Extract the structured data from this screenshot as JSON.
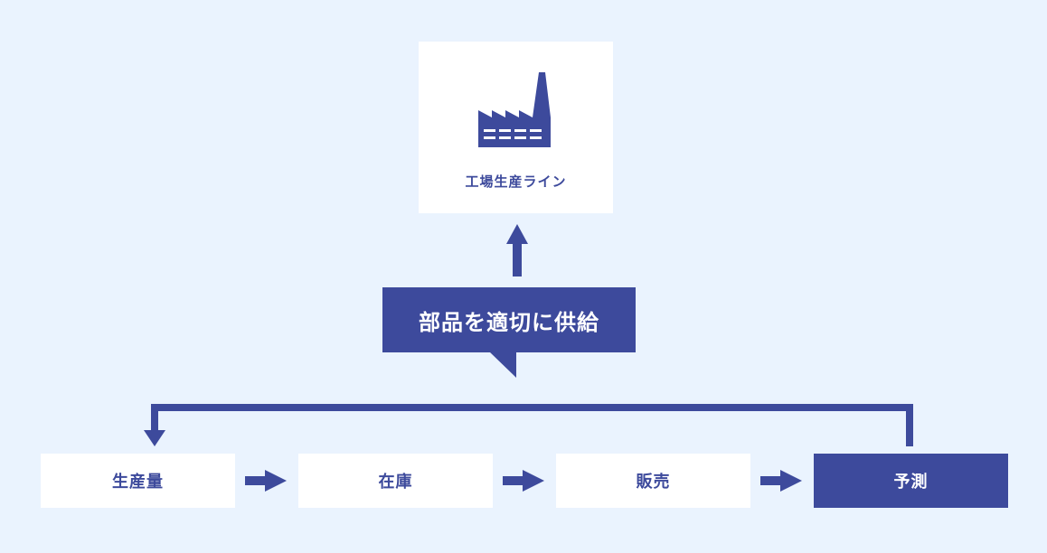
{
  "factory": {
    "label": "工場生産ライン",
    "icon": "factory-icon"
  },
  "callout": {
    "text": "部品を適切に供給"
  },
  "steps": [
    {
      "label": "生産量",
      "active": false
    },
    {
      "label": "在庫",
      "active": false
    },
    {
      "label": "販売",
      "active": false
    },
    {
      "label": "予測",
      "active": true
    }
  ],
  "colors": {
    "primary": "#3d4a9c",
    "background": "#eaf3fe",
    "box": "#ffffff"
  }
}
